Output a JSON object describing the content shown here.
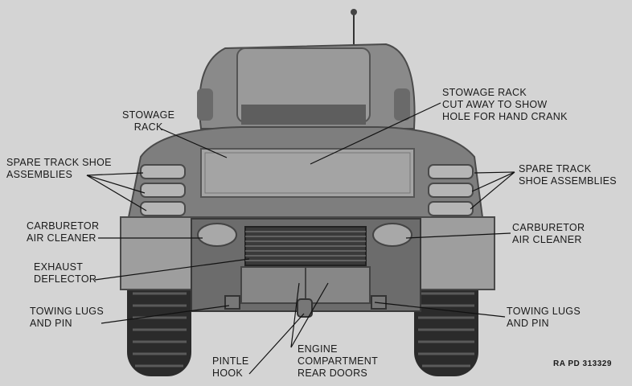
{
  "labels": {
    "stowage_rack": [
      "STOWAGE",
      "RACK"
    ],
    "stowage_cutaway": [
      "STOWAGE RACK",
      "CUT AWAY TO SHOW",
      "HOLE FOR HAND CRANK"
    ],
    "spare_track_left": [
      "SPARE TRACK SHOE",
      "ASSEMBLIES"
    ],
    "spare_track_right": [
      "SPARE TRACK",
      "SHOE ASSEMBLIES"
    ],
    "carburetor_left": [
      "CARBURETOR",
      "AIR CLEANER"
    ],
    "carburetor_right": [
      "CARBURETOR",
      "AIR CLEANER"
    ],
    "exhaust_deflector": [
      "EXHAUST",
      "DEFLECTOR"
    ],
    "towing_left": [
      "TOWING LUGS",
      "AND PIN"
    ],
    "towing_right": [
      "TOWING LUGS",
      "AND PIN"
    ],
    "pintle_hook": [
      "PINTLE",
      "HOOK"
    ],
    "engine_doors": [
      "ENGINE",
      "COMPARTMENT",
      "REAR DOORS"
    ]
  },
  "reference": "RA PD 313329"
}
